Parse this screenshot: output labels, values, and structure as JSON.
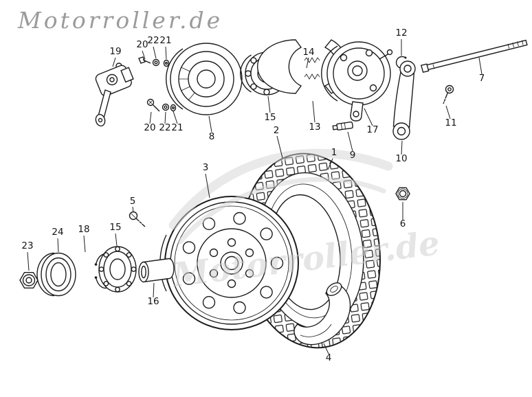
{
  "brand": "Motorroller.de",
  "watermark": "Motorroller.de",
  "colors": {
    "line": "#1c1c1c",
    "brand_text": "#9b9b9b",
    "watermark_text": "#cccccc",
    "background": "#ffffff"
  },
  "diagram": {
    "labels": [
      {
        "part": "19",
        "text": "19"
      },
      {
        "part": "20-top",
        "text": "20"
      },
      {
        "part": "22-top",
        "text": "22"
      },
      {
        "part": "21-top",
        "text": "21"
      },
      {
        "part": "8",
        "text": "8"
      },
      {
        "part": "15-upper",
        "text": "15"
      },
      {
        "part": "2",
        "text": "2"
      },
      {
        "part": "14",
        "text": "14"
      },
      {
        "part": "13",
        "text": "13"
      },
      {
        "part": "17",
        "text": "17"
      },
      {
        "part": "12",
        "text": "12"
      },
      {
        "part": "7",
        "text": "7"
      },
      {
        "part": "11",
        "text": "11"
      },
      {
        "part": "10",
        "text": "10"
      },
      {
        "part": "9",
        "text": "9"
      },
      {
        "part": "1",
        "text": "1"
      },
      {
        "part": "6",
        "text": "6"
      },
      {
        "part": "3",
        "text": "3"
      },
      {
        "part": "5",
        "text": "5"
      },
      {
        "part": "20-mid",
        "text": "20"
      },
      {
        "part": "22-mid",
        "text": "22"
      },
      {
        "part": "21-mid",
        "text": "21"
      },
      {
        "part": "15-lower",
        "text": "15"
      },
      {
        "part": "18",
        "text": "18"
      },
      {
        "part": "24",
        "text": "24"
      },
      {
        "part": "23",
        "text": "23"
      },
      {
        "part": "16",
        "text": "16"
      },
      {
        "part": "4",
        "text": "4"
      }
    ]
  }
}
